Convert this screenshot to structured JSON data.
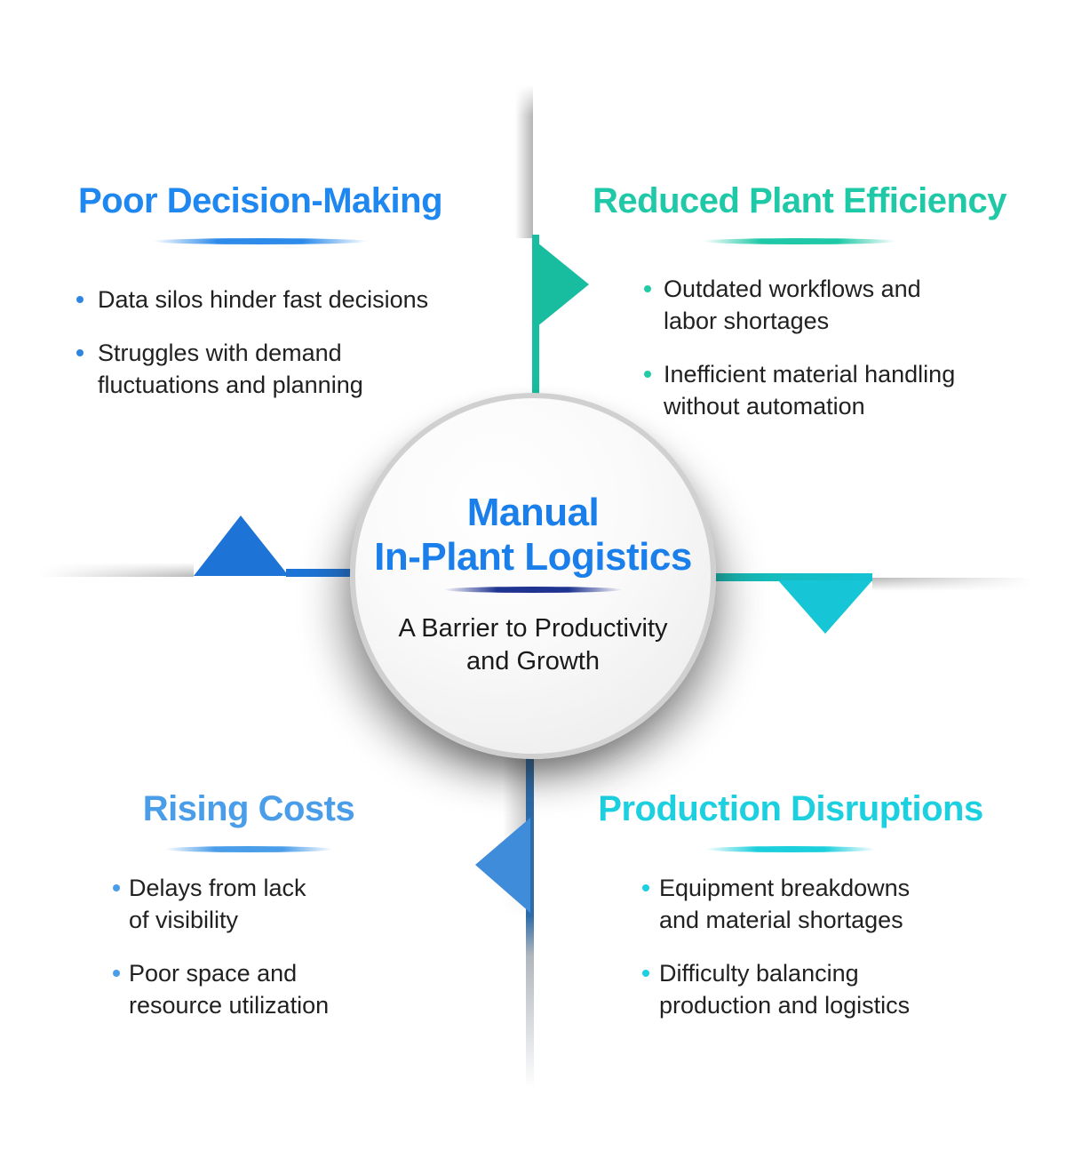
{
  "center": {
    "title_line1": "Manual",
    "title_line2": "In-Plant Logistics",
    "subtitle_line1": "A Barrier to Productivity",
    "subtitle_line2": "and Growth"
  },
  "quadrants": [
    {
      "title": "Poor Decision-Making",
      "accent": "#1E87F0",
      "bullets": [
        [
          "Data silos hinder fast decisions"
        ],
        [
          "Struggles with demand",
          "fluctuations and planning"
        ]
      ]
    },
    {
      "title": "Reduced Plant Efficiency",
      "accent": "#1FC9A7",
      "bullets": [
        [
          "Outdated workflows and",
          "labor shortages"
        ],
        [
          "Inefficient material handling",
          "without automation"
        ]
      ]
    },
    {
      "title": "Rising Costs",
      "accent": "#4A9DE9",
      "bullets": [
        [
          "Delays from lack",
          "of visibility"
        ],
        [
          "Poor space and",
          "resource utilization"
        ]
      ]
    },
    {
      "title": "Production Disruptions",
      "accent": "#1DD0E0",
      "bullets": [
        [
          "Equipment breakdowns",
          "and material shortages"
        ],
        [
          "Difficulty balancing",
          "production and logistics"
        ]
      ]
    }
  ],
  "colors": {
    "center_title_blue": "#1A7FEA",
    "center_underline_navy": "#1F3490",
    "flag_teal": "#17BD9E",
    "arrow_blue": "#1E74D6",
    "arrow_cyan": "#16C6D6",
    "pole_dark_blue": "#2D6CA9",
    "triangle_light_blue": "#3F8CDB",
    "text_dark": "#212121",
    "circle_rim_gray": "#D0D0D0"
  }
}
